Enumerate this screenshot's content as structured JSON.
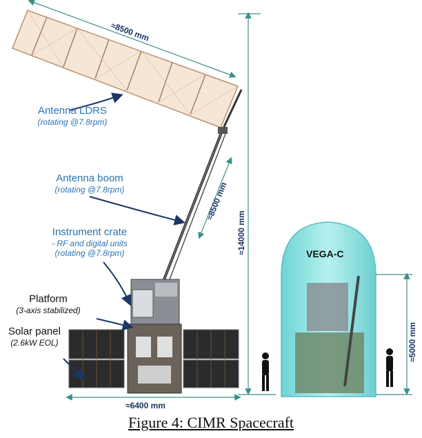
{
  "labels": {
    "antenna_ldrs": {
      "title": "Antenna LDRS",
      "sub": "(rotating @7.8rpm)"
    },
    "antenna_boom": {
      "title": "Antenna boom",
      "sub": "(rotating @7.8rpm)"
    },
    "instrument_crate": {
      "title": "Instrument crate",
      "sub1": "- RF and digital units",
      "sub2": "(rotating @7.8rpm)"
    },
    "platform": {
      "title": "Platform",
      "sub": "(3-axis stabilized)"
    },
    "solar_panel": {
      "title": "Solar panel",
      "sub": "(2.6kW EOL)"
    }
  },
  "dimensions": {
    "antenna_width": "≈8500 mm",
    "boom_length": "≈8500 mm",
    "total_height": "≈14000 mm",
    "span_width": "≈6400 mm",
    "fairing_height": "≈5000 mm"
  },
  "fairing": {
    "name": "VEGA-C"
  },
  "caption": "Figure 4: CIMR Spacecraft",
  "colors": {
    "label_blue": "#2a73b5",
    "arrow_navy": "#1a3566",
    "dim_teal": "#3a8f8a",
    "fairing_cyan": "#7fe0e0"
  }
}
